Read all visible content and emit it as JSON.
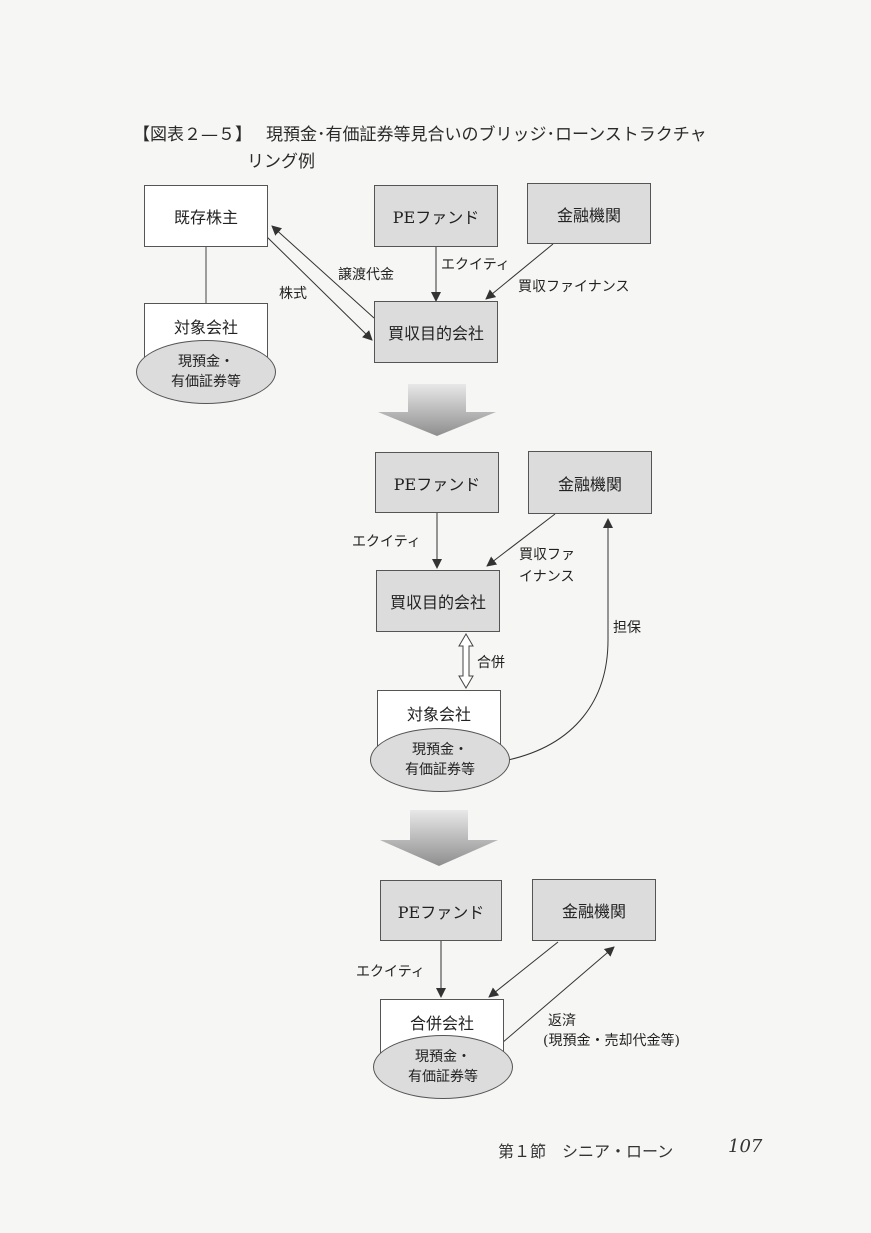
{
  "figure": {
    "tag": "【図表２—５】",
    "title_line1": "現預金･有価証券等見合いのブリッジ･ローンストラクチャ",
    "title_line2": "リング例"
  },
  "stage1": {
    "existing_shareholders": "既存株主",
    "target_company": "対象会社",
    "cash_securities_line1": "現預金・",
    "cash_securities_line2": "有価証券等",
    "pe_fund": "PEファンド",
    "financial_institution": "金融機関",
    "acquisition_vehicle": "買収目的会社",
    "label_transfer_price": "譲渡代金",
    "label_shares": "株式",
    "label_equity": "エクイティ",
    "label_acquisition_finance": "買収ファイナンス"
  },
  "stage2": {
    "pe_fund": "PEファンド",
    "financial_institution": "金融機関",
    "acquisition_vehicle": "買収目的会社",
    "target_company": "対象会社",
    "cash_securities_line1": "現預金・",
    "cash_securities_line2": "有価証券等",
    "label_equity": "エクイティ",
    "label_acq_fin_line1": "買収ファ",
    "label_acq_fin_line2": "イナンス",
    "label_merger": "合併",
    "label_collateral": "担保"
  },
  "stage3": {
    "pe_fund": "PEファンド",
    "financial_institution": "金融機関",
    "merged_company": "合併会社",
    "cash_securities_line1": "現預金・",
    "cash_securities_line2": "有価証券等",
    "label_equity": "エクイティ",
    "label_repayment_line1": "返済",
    "label_repayment_line2": "(現預金・売却代金等)"
  },
  "footer": {
    "section": "第１節　シニア・ローン",
    "page_number": "107"
  }
}
